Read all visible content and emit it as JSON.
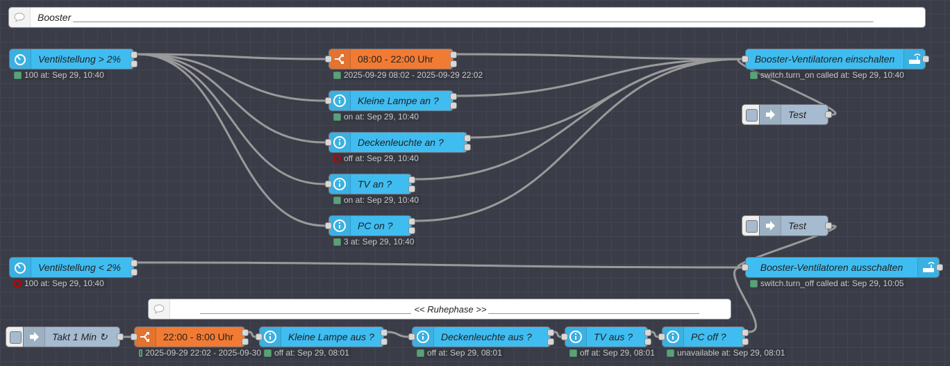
{
  "comments": {
    "booster": "Booster ____________________________________________________________________________________________________________________________________________________",
    "ruhephase": "__________________________________________ << Ruhephase >> __________________________________________"
  },
  "nodes": {
    "ventil_gt": {
      "label": "Ventilstellung > 2%",
      "status": "100 at: Sep 29, 10:40"
    },
    "time_day": {
      "label": "08:00 - 22:00 Uhr",
      "status": "2025-09-29 08:02 - 2025-09-29 22:02"
    },
    "kleine_an": {
      "label": "Kleine Lampe an ?",
      "status": "on at: Sep 29, 10:40"
    },
    "decke_an": {
      "label": "Deckenleuchte an ?",
      "status": "off at: Sep 29, 10:40"
    },
    "tv_an": {
      "label": "TV an ?",
      "status": "on at: Sep 29, 10:40"
    },
    "pc_on": {
      "label": "PC on ?",
      "status": "3 at: Sep 29, 10:40"
    },
    "booster_on": {
      "label": "Booster-Ventilatoren einschalten",
      "status": "switch.turn_on called at: Sep 29, 10:40"
    },
    "test1": {
      "label": "Test"
    },
    "test2": {
      "label": "Test"
    },
    "ventil_lt": {
      "label": "Ventilstellung < 2%",
      "status": "100 at: Sep 29, 10:40"
    },
    "booster_off": {
      "label": "Booster-Ventilatoren ausschalten",
      "status": "switch.turn_off called at: Sep 29, 10:05"
    },
    "takt": {
      "label": "Takt 1 Min ↻"
    },
    "time_night": {
      "label": "22:00 - 8:00 Uhr",
      "status": "2025-09-29 22:02 - 2025-09-30"
    },
    "kleine_aus": {
      "label": "Kleine Lampe aus ?",
      "status": "off at: Sep 29, 08:01"
    },
    "decke_aus": {
      "label": "Deckenleuchte aus ?",
      "status": "off at: Sep 29, 08:01"
    },
    "tv_aus": {
      "label": "TV aus ?",
      "status": "off at: Sep 29, 08:01"
    },
    "pc_off": {
      "label": "PC off ?",
      "status": "unavailable at: Sep 29, 08:01"
    }
  },
  "colors": {
    "node_blue": "#3fbdf1",
    "node_orange": "#f27b33",
    "node_grey": "#a6bbcf",
    "status_ok": "#5ba07a",
    "status_err": "#cc0000"
  }
}
